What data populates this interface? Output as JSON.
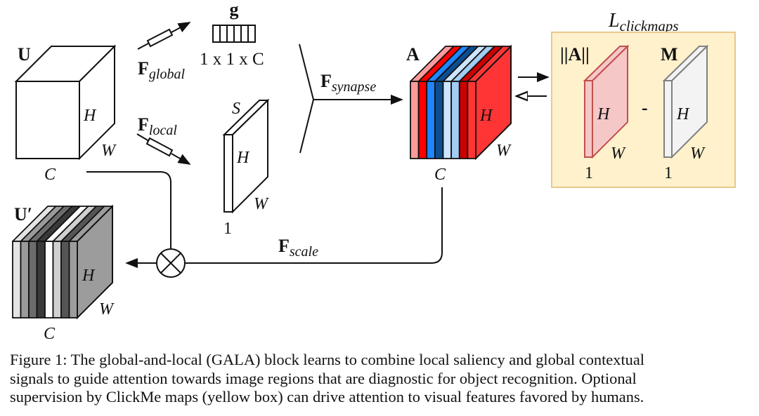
{
  "figure": {
    "type": "architecture-diagram",
    "title": "GALA block",
    "blocks": {
      "input": {
        "symbol": "U",
        "dims": {
          "h": "H",
          "w": "W",
          "c": "C"
        }
      },
      "global_vector": {
        "symbol": "g",
        "shape_text": "1 x 1 x C",
        "cells": 6
      },
      "local_map": {
        "symbol": "S",
        "dims": {
          "h": "H",
          "w": "W",
          "depth": "1"
        }
      },
      "attention": {
        "symbol": "A",
        "dims": {
          "h": "H",
          "w": "W",
          "c": "C"
        },
        "stripe_colors": [
          "#ff9a9a",
          "#ff0000",
          "#1f86ff",
          "#0d4d8f",
          "#cfe5ff",
          "#a3ccf2",
          "#cc0000",
          "#ff3535"
        ],
        "side_color": "#ff3535"
      },
      "output": {
        "symbol": "U′",
        "dims": {
          "h": "H",
          "w": "W",
          "c": "C"
        },
        "stripe_colors": [
          "#e4e4e4",
          "#9a9a9a",
          "#6c6c6c",
          "#393939",
          "#ffffff",
          "#d0d0d0",
          "#555555",
          "#9c9c9c"
        ],
        "side_color": "#9c9c9c"
      }
    },
    "operations": {
      "global": {
        "base": "F",
        "sub": "global"
      },
      "local": {
        "base": "F",
        "sub": "local"
      },
      "synapse": {
        "base": "F",
        "sub": "synapse"
      },
      "scale": {
        "base": "F",
        "sub": "scale"
      },
      "multiply_symbol": "⊗"
    },
    "loss_box": {
      "title_base": "L",
      "title_sub": "clickmaps",
      "fill_color": "#fff1cc",
      "border_color": "#e8c98c",
      "left_map": {
        "label": "||A||",
        "h": "H",
        "w": "W",
        "depth": "1",
        "fill": "#f6c7c7",
        "stroke": "#c0504d"
      },
      "operator": "-",
      "right_map": {
        "label": "M",
        "h": "H",
        "w": "W",
        "depth": "1",
        "fill": "#f3f3f3",
        "stroke": "#808080"
      }
    }
  },
  "caption": {
    "lines": [
      "Figure 1: The global-and-local (GALA) block learns to combine local saliency and global contextual",
      "signals to guide attention towards image regions that are diagnostic for object recognition. Optional",
      "supervision by ClickMe maps (yellow box) can drive attention to visual features favored by humans."
    ]
  }
}
